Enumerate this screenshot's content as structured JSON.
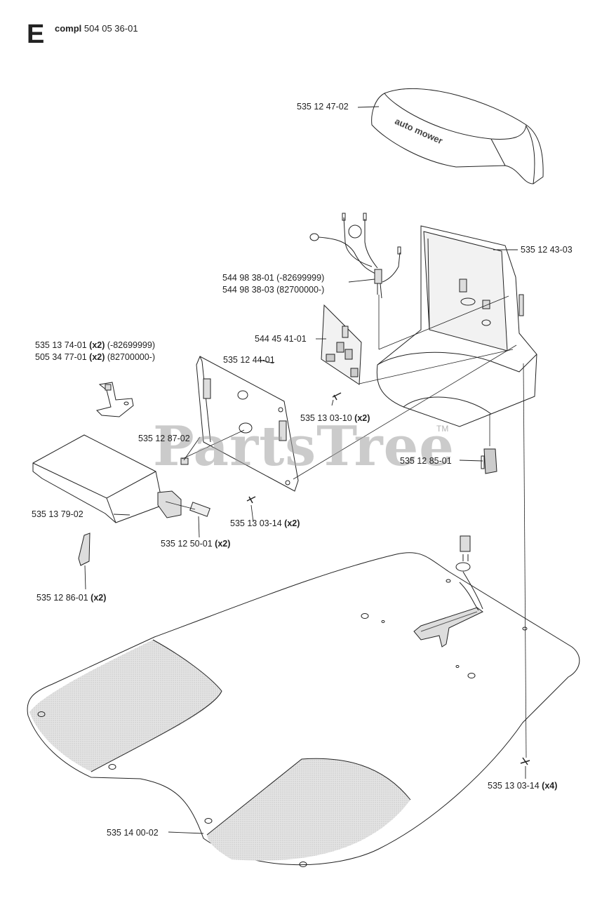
{
  "header": {
    "section_letter": "E",
    "compl_word": "compl",
    "compl_number": "504 05 36-01"
  },
  "watermark": {
    "text": "PartsTree",
    "tm": "TM"
  },
  "cover_logo": "auto mower",
  "labels": {
    "cover": {
      "num": "535 12 47-02",
      "qty": ""
    },
    "body": {
      "num": "535 12 43-03",
      "qty": ""
    },
    "harness1": {
      "num": "544 98 38-01 (-82699999)",
      "qty": ""
    },
    "harness2": {
      "num": "544 98 38-03 (82700000-)",
      "qty": ""
    },
    "pcb": {
      "num": "544 45 41-01",
      "qty": ""
    },
    "bracket1": {
      "num": "535 13 74-01",
      "qty": "(x2)",
      "note": "(-82699999)"
    },
    "bracket2": {
      "num": "505 34 77-01",
      "qty": "(x2)",
      "note": "(82700000-)"
    },
    "plate": {
      "num": "535 12 44-01",
      "qty": ""
    },
    "screw1": {
      "num": "535 13 03-10",
      "qty": "(x2)"
    },
    "pin": {
      "num": "535 12 87-02",
      "qty": ""
    },
    "connector": {
      "num": "535 12 85-01",
      "qty": ""
    },
    "tray": {
      "num": "535 13 79-02",
      "qty": ""
    },
    "screw2": {
      "num": "535 13 03-14",
      "qty": "(x2)"
    },
    "spacer": {
      "num": "535 12 50-01",
      "qty": "(x2)"
    },
    "strip": {
      "num": "535 12 86-01",
      "qty": "(x2)"
    },
    "screw4": {
      "num": "535 13 03-14",
      "qty": "(x4)"
    },
    "base": {
      "num": "535 14 00-02",
      "qty": ""
    }
  }
}
